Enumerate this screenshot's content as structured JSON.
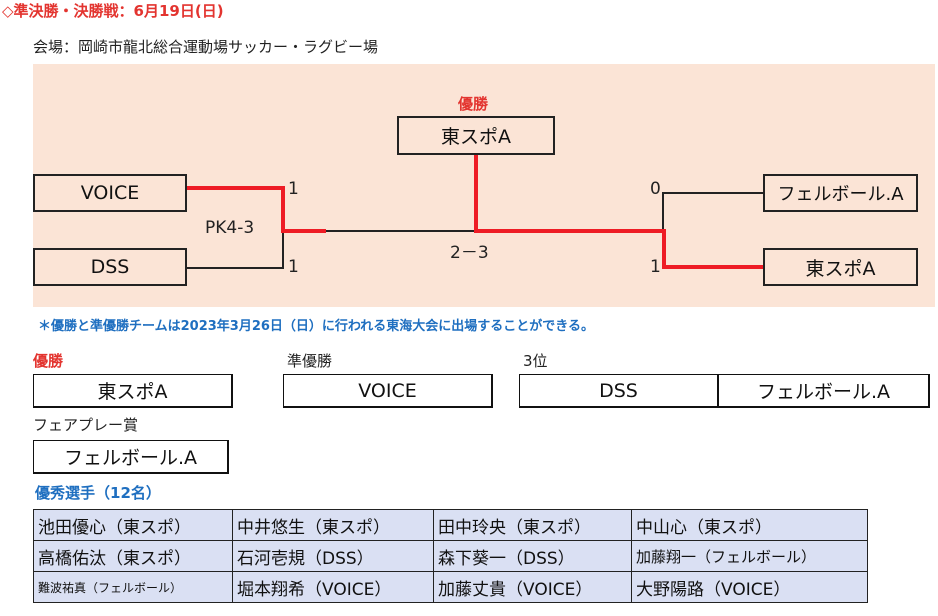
{
  "header": {
    "title": "◇準決勝・決勝戦：6月19日(日)",
    "venue": "会場：岡崎市龍北総合運動場サッカー・ラグビー場"
  },
  "bracket": {
    "champion_label": "優勝",
    "champion": "東スポA",
    "left_top": "VOICE",
    "left_bottom": "DSS",
    "left_top_score": "1",
    "left_bottom_score": "1",
    "left_pk": "PK4-3",
    "right_top": "フェルボール.A",
    "right_bottom": "東スポA",
    "right_top_score": "0",
    "right_bottom_score": "1",
    "final_score": "2－3"
  },
  "note": "＊優勝と準優勝チームは2023年3月26日（日）に行われる東海大会に出場することができる。",
  "awards": {
    "champion_label": "優勝",
    "champion": "東スポA",
    "runner_up_label": "準優勝",
    "runner_up": "VOICE",
    "third_label": "3位",
    "third_1": "DSS",
    "third_2": "フェルボール.A",
    "fairplay_label": "フェアプレー賞",
    "fairplay": "フェルボール.A"
  },
  "players": {
    "title": "優秀選手（12名）",
    "rows": [
      [
        "池田優心（東スポ）",
        "中井悠生（東スポ）",
        "田中玲央（東スポ）",
        "中山心（東スポ）"
      ],
      [
        "高橋佑汰（東スポ）",
        "石河壱規（DSS）",
        "森下葵一（DSS）",
        "加藤翔一（フェルボール）"
      ],
      [
        "難波祐真（フェルボール）",
        "堀本翔希（VOICE）",
        "加藤丈貴（VOICE）",
        "大野陽路（VOICE）"
      ]
    ]
  },
  "colors": {
    "accent_red": "#e3342f",
    "bracket_winner_line": "#ee1c25",
    "note_blue": "#1f6fc0",
    "panel_bg": "#fbe4d6",
    "table_bg": "#dae0f3"
  }
}
